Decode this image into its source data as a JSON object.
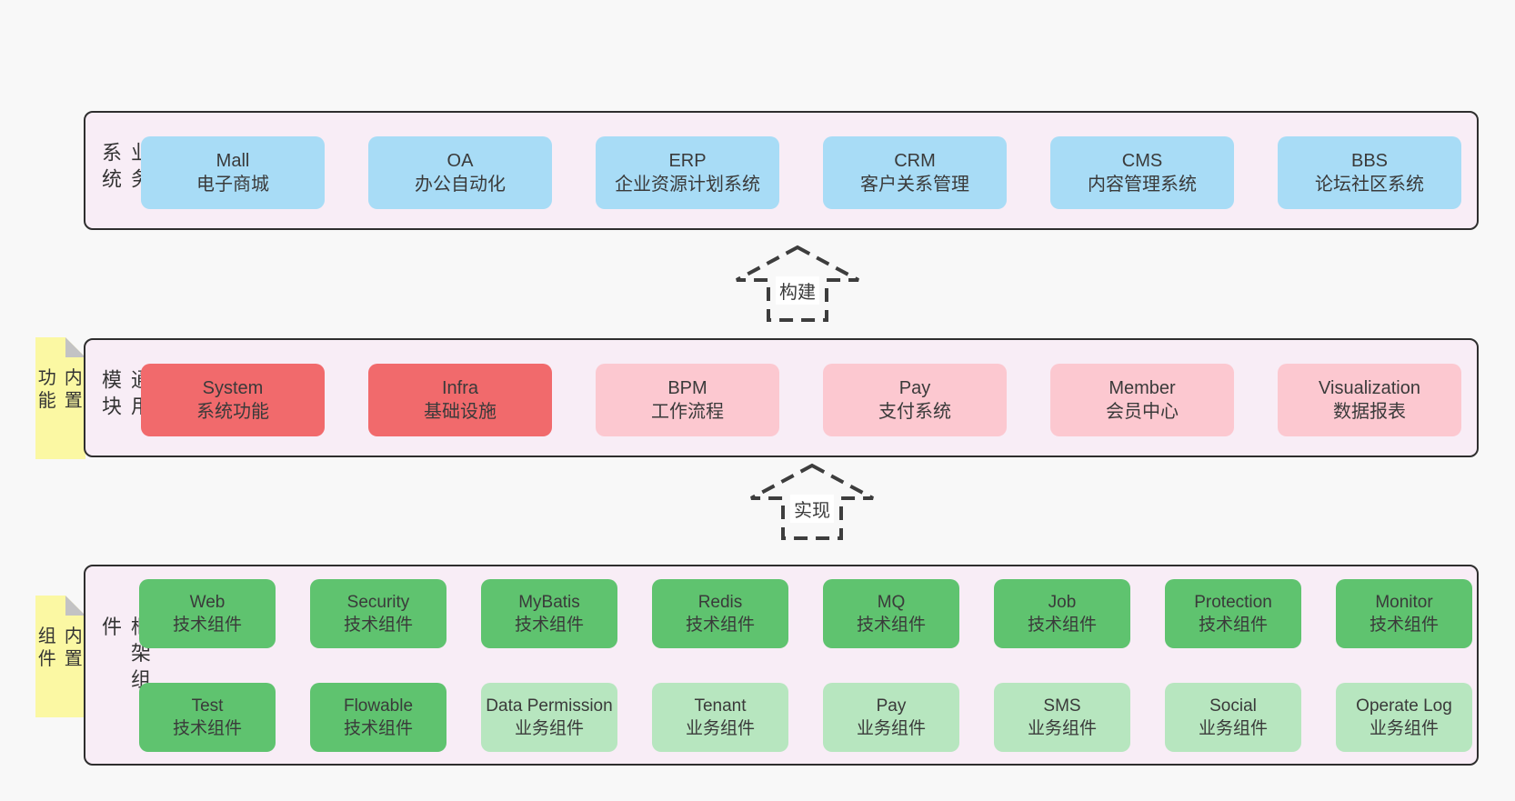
{
  "colors": {
    "page_bg": "#f8f8f8",
    "panel_bg": "#f8edf6",
    "panel_border": "#2e2e2e",
    "blue": "#a8dcf6",
    "red": "#f16a6c",
    "pink": "#fcc8d0",
    "green": "#5fc36f",
    "green_light": "#b7e6bf",
    "tab_yellow": "#fbf8a3",
    "fold_grey": "#c3c3c4",
    "arrow_stroke": "#3d3d3d",
    "text": "#3a3a3a"
  },
  "arrows": [
    {
      "label": "构建"
    },
    {
      "label": "实现"
    }
  ],
  "sections": {
    "business": {
      "side_label": "业务系统",
      "boxes": [
        {
          "name": "Mall",
          "desc": "电子商城",
          "variant": "blue"
        },
        {
          "name": "OA",
          "desc": "办公自动化",
          "variant": "blue"
        },
        {
          "name": "ERP",
          "desc": "企业资源计划系统",
          "variant": "blue"
        },
        {
          "name": "CRM",
          "desc": "客户关系管理",
          "variant": "blue"
        },
        {
          "name": "CMS",
          "desc": "内容管理系统",
          "variant": "blue"
        },
        {
          "name": "BBS",
          "desc": "论坛社区系统",
          "variant": "blue"
        }
      ]
    },
    "modules": {
      "side_label": "通用模块",
      "tab_label": "内置功能",
      "boxes": [
        {
          "name": "System",
          "desc": "系统功能",
          "variant": "red"
        },
        {
          "name": "Infra",
          "desc": "基础设施",
          "variant": "red"
        },
        {
          "name": "BPM",
          "desc": "工作流程",
          "variant": "pink"
        },
        {
          "name": "Pay",
          "desc": "支付系统",
          "variant": "pink"
        },
        {
          "name": "Member",
          "desc": "会员中心",
          "variant": "pink"
        },
        {
          "name": "Visualization",
          "desc": "数据报表",
          "variant": "pink"
        }
      ]
    },
    "components": {
      "side_label": "框架组件",
      "tab_label": "内置组件",
      "row1": [
        {
          "name": "Web",
          "desc": "技术组件",
          "variant": "green"
        },
        {
          "name": "Security",
          "desc": "技术组件",
          "variant": "green"
        },
        {
          "name": "MyBatis",
          "desc": "技术组件",
          "variant": "green"
        },
        {
          "name": "Redis",
          "desc": "技术组件",
          "variant": "green"
        },
        {
          "name": "MQ",
          "desc": "技术组件",
          "variant": "green"
        },
        {
          "name": "Job",
          "desc": "技术组件",
          "variant": "green"
        },
        {
          "name": "Protection",
          "desc": "技术组件",
          "variant": "green"
        },
        {
          "name": "Monitor",
          "desc": "技术组件",
          "variant": "green"
        }
      ],
      "row2": [
        {
          "name": "Test",
          "desc": "技术组件",
          "variant": "green"
        },
        {
          "name": "Flowable",
          "desc": "技术组件",
          "variant": "green"
        },
        {
          "name": "Data Permission",
          "desc": "业务组件",
          "variant": "green-light"
        },
        {
          "name": "Tenant",
          "desc": "业务组件",
          "variant": "green-light"
        },
        {
          "name": "Pay",
          "desc": "业务组件",
          "variant": "green-light"
        },
        {
          "name": "SMS",
          "desc": "业务组件",
          "variant": "green-light"
        },
        {
          "name": "Social",
          "desc": "业务组件",
          "variant": "green-light"
        },
        {
          "name": "Operate Log",
          "desc": "业务组件",
          "variant": "green-light"
        }
      ]
    }
  }
}
